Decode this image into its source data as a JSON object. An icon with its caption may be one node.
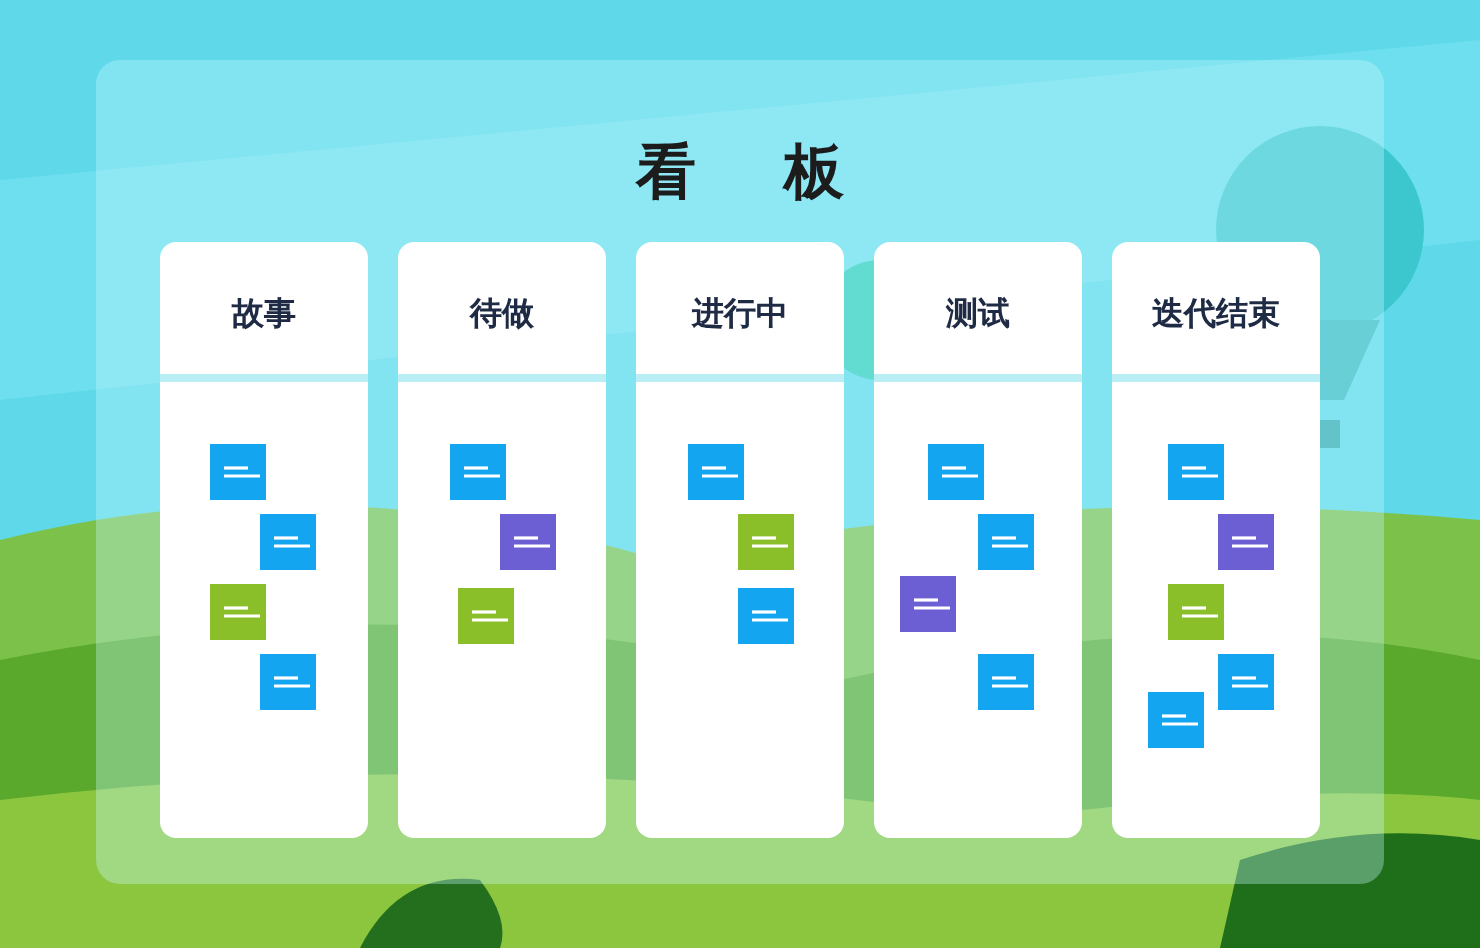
{
  "diagram": {
    "title": "看板",
    "nodes": [
      {
        "text": [
          "故事"
        ]
      },
      {
        "text": [],
        "shape": "box",
        "in": 0
      },
      {
        "text": [],
        "shape": "box",
        "in": 0
      },
      {
        "text": [],
        "shape": "box",
        "in": 0
      },
      {
        "text": [],
        "shape": "box",
        "in": 0
      },
      {
        "text": [
          "待做"
        ]
      },
      {
        "text": [],
        "shape": "box",
        "in": 5
      },
      {
        "text": [],
        "shape": "box",
        "in": 5
      },
      {
        "text": [],
        "shape": "box",
        "in": 5
      },
      {
        "text": [
          "进行中"
        ]
      },
      {
        "text": [],
        "shape": "box",
        "in": 9
      },
      {
        "text": [],
        "shape": "box",
        "in": 9
      },
      {
        "text": [],
        "shape": "box",
        "in": 9
      },
      {
        "text": [
          "测试"
        ]
      },
      {
        "text": [],
        "shape": "box",
        "in": 13
      },
      {
        "text": [],
        "shape": "box",
        "in": 13
      },
      {
        "text": [],
        "shape": "box",
        "in": 13
      },
      {
        "text": [],
        "shape": "box",
        "in": 13
      },
      {
        "text": [
          "迭代结束"
        ]
      },
      {
        "text": [],
        "shape": "box",
        "in": 18
      },
      {
        "text": [],
        "shape": "box",
        "in": 18
      },
      {
        "text": [],
        "shape": "box",
        "in": 18
      },
      {
        "text": [],
        "shape": "box",
        "in": 18
      },
      {
        "text": [],
        "shape": "box",
        "in": 18
      }
    ]
  }
}
